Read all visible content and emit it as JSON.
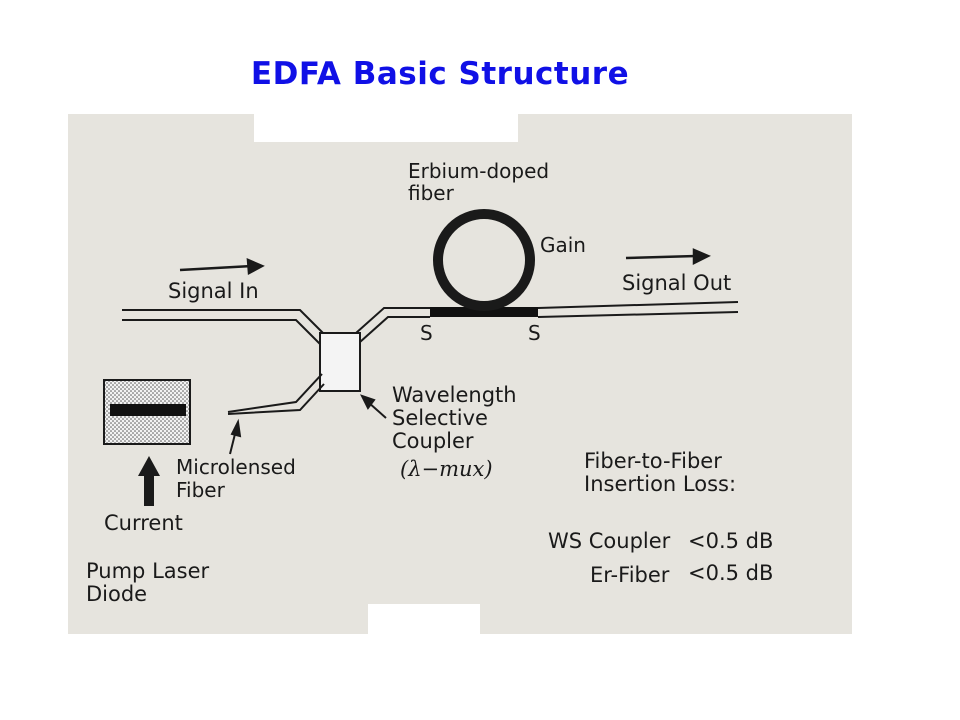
{
  "title": "EDFA Basic Structure",
  "diagram": {
    "erbium_fiber": "Erbium-doped\nfiber",
    "gain": "Gain",
    "signal_in": "Signal In",
    "signal_out": "Signal Out",
    "splice_left": "S",
    "splice_right": "S",
    "wsc": "Wavelength\nSelective\nCoupler",
    "lambda_mux": "(λ−mux)",
    "microlensed": "Microlensed\nFiber",
    "current": "Current",
    "pump": "Pump Laser\nDiode",
    "loss_title": "Fiber-to-Fiber\nInsertion Loss:",
    "ws_coupler": "WS Coupler",
    "ws_value": "<0.5 dB",
    "er_fiber": "Er-Fiber",
    "er_value": "<0.5 dB"
  },
  "colors": {
    "title": "#1010e6",
    "paper": "#e6e4de",
    "ink": "#1a1a1a"
  }
}
